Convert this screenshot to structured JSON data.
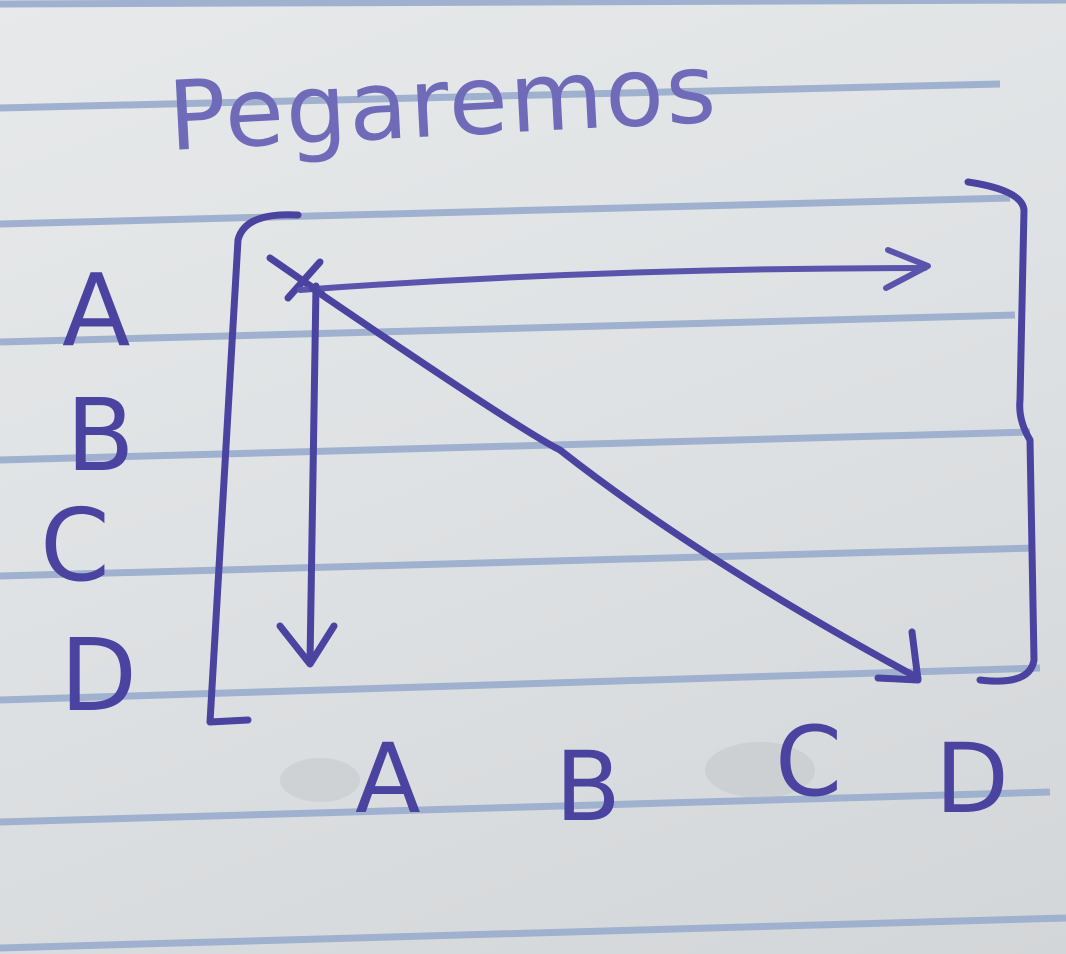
{
  "title": "Pegaremos",
  "row_labels": [
    "A",
    "B",
    "C",
    "D"
  ],
  "column_labels": [
    "A",
    "B",
    "C",
    "D"
  ],
  "colors": {
    "ink": "#4a43a0",
    "paper": "#e2e4e6",
    "rule_lines": "#9fb1cf"
  }
}
